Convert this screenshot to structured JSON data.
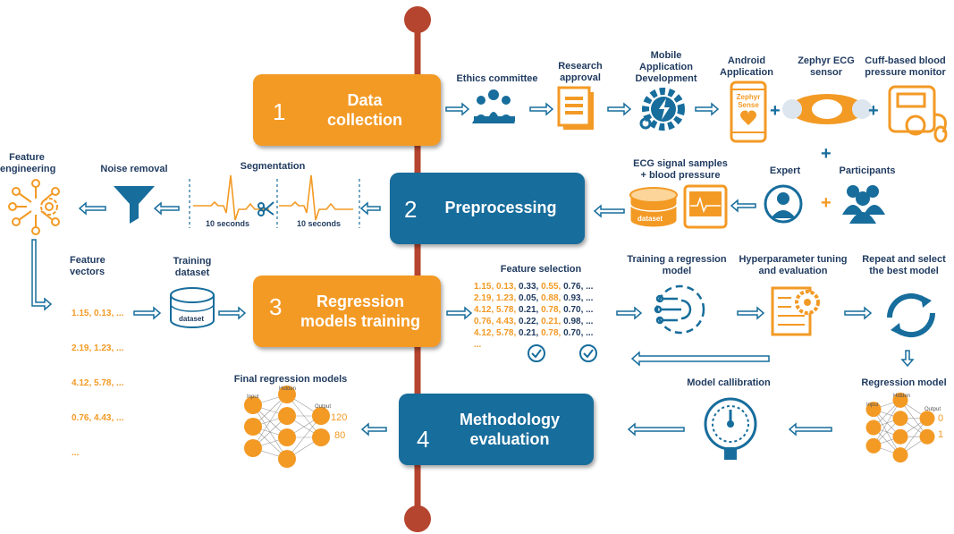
{
  "colors": {
    "orange": "#f39a25",
    "blue": "#176d9c",
    "dark_red": "#b5452f",
    "navy": "#1f3a5f"
  },
  "stages": [
    {
      "number": "1",
      "title": "Data\ncollection"
    },
    {
      "number": "2",
      "title": "Preprocessing"
    },
    {
      "number": "3",
      "title": "Regression\nmodels training"
    },
    {
      "number": "4",
      "title": "Methodology\nevaluation"
    }
  ],
  "row1": {
    "ethics": "Ethics committee",
    "research": "Research\napproval",
    "mobile": "Mobile\nApplication\nDevelopment",
    "android": "Android\nApplication",
    "zephyr": "Zephyr ECG\nsensor",
    "cuff": "Cuff-based blood\npressure monitor",
    "phone_text": "Zephyr\nSense",
    "plus": "+"
  },
  "row2": {
    "feature_eng": "Feature\nengineering",
    "noise": "Noise removal",
    "segmentation": "Segmentation",
    "seg_left": "10 seconds",
    "seg_right": "10 seconds",
    "ecg_samples": "ECG signal samples\n+ blood pressure",
    "dataset": "dataset",
    "expert": "Expert",
    "participants": "Participants",
    "plus": "+"
  },
  "row3": {
    "feature_vectors": "Feature\nvectors",
    "vectors": [
      "1.15, 0.13, ...",
      "2.19, 1.23, ...",
      "4.12, 5.78, ...",
      "0.76, 4.43, ...",
      "..."
    ],
    "training_dataset": "Training\ndataset",
    "dataset": "dataset",
    "feature_selection": "Feature selection",
    "fs_rows": [
      [
        "1.15, 0.13,",
        " 0.33,",
        " 0.55,",
        " 0.76, ..."
      ],
      [
        "2.19, 1.23,",
        " 0.05,",
        " 0.88,",
        " 0.93, ..."
      ],
      [
        "4.12, 5.78,",
        " 0.21,",
        " 0.78,",
        " 0.70, ..."
      ],
      [
        "0.76, 4.43,",
        " 0.22,",
        " 0.21,",
        " 0.98, ..."
      ],
      [
        "4.12, 5.78,",
        " 0.21,",
        " 0.78,",
        " 0.70, ..."
      ]
    ],
    "fs_more": "...",
    "training_model": "Training a regression\nmodel",
    "hyper": "Hyperparameter tuning\nand evaluation",
    "repeat": "Repeat and select\nthe best model"
  },
  "row4": {
    "final_models": "Final regression models",
    "nn_input": "Input",
    "nn_hidden": "Hidden",
    "nn_output": "Output",
    "out_final": [
      "120",
      "80"
    ],
    "calibration": "Model callibration",
    "regression_model": "Regression model",
    "out_reg": [
      "0",
      "1"
    ]
  }
}
